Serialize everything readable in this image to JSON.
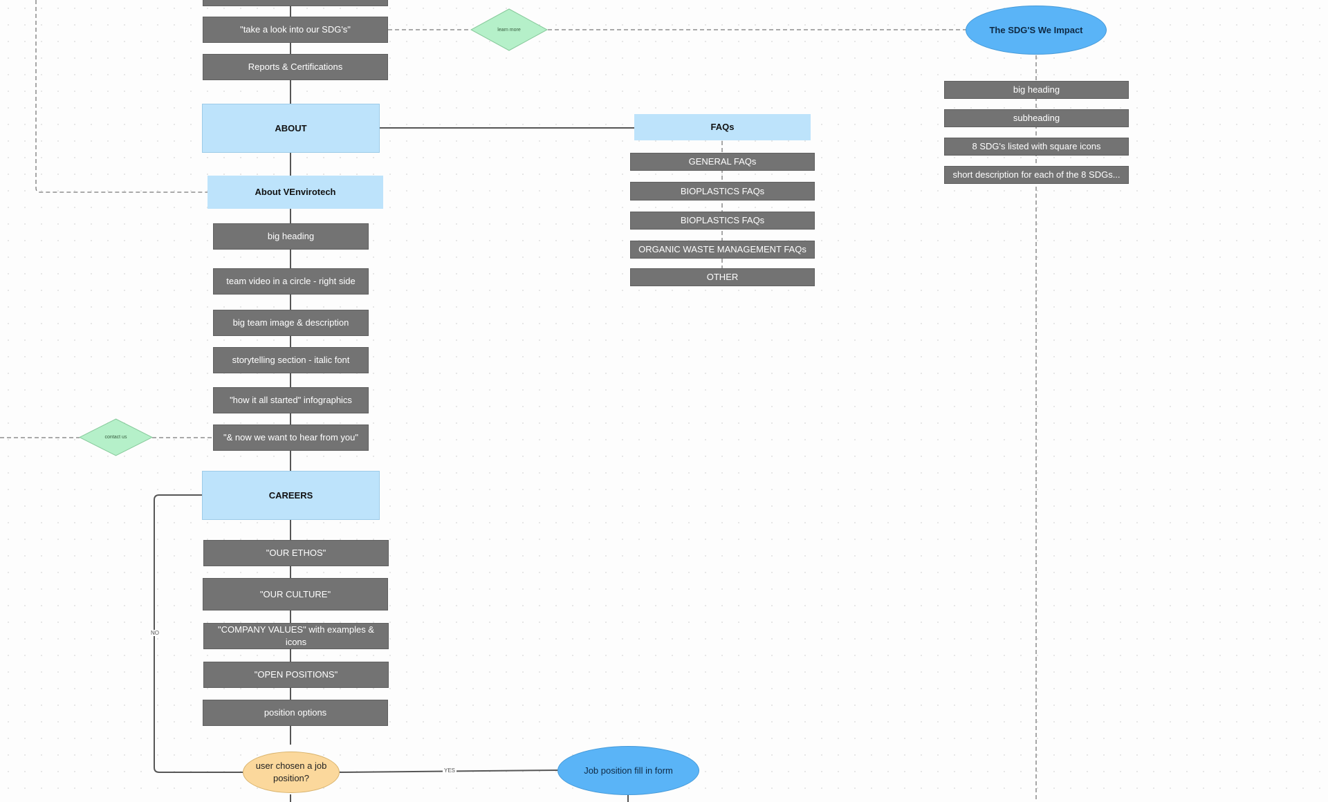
{
  "nodes": {
    "take_look_sdgs": "\"take a look into our SDG's\"",
    "reports_certifications": "Reports & Certifications",
    "about": "ABOUT",
    "about_venvirotech": "About VEnvirotech",
    "about_big_heading": "big heading",
    "team_video": "team video in a circle - right side",
    "big_team_image": "big team image & description",
    "storytelling": "storytelling section - italic font",
    "how_it_started": "\"how it all started\" infographics",
    "hear_from_you": "\"& now we want to hear from you\"",
    "careers": "CAREERS",
    "our_ethos": "\"OUR ETHOS\"",
    "our_culture": "\"OUR CULTURE\"",
    "company_values": "\"COMPANY VALUES\" with examples & icons",
    "open_positions": "\"OPEN POSITIONS\"",
    "position_options": "position options",
    "user_chosen_job": "user chosen a job position?",
    "job_position_form": "Job position fill in form",
    "faqs": "FAQs",
    "general_faqs": "GENERAL FAQs",
    "bioplastics_faqs_1": "BIOPLASTICS FAQs",
    "bioplastics_faqs_2": "BIOPLASTICS FAQs",
    "organic_waste_faqs": "ORGANIC WASTE MANAGEMENT FAQs",
    "other": "OTHER",
    "sdg_we_impact": "The SDG'S We Impact",
    "sdg_big_heading": "big heading",
    "sdg_subheading": "subheading",
    "sdg_listed": "8 SDG's listed with square icons",
    "sdg_short_description": "short description for each of the 8 SDGs..."
  },
  "decisions": {
    "learn_more": "learn more",
    "contact_us": "contact us"
  },
  "edge_labels": {
    "no": "NO",
    "yes": "YES"
  },
  "colors": {
    "content_box": "#737373",
    "section_box": "#bde3fb",
    "terminal_ellipse": "#5ab4f7",
    "decision_ellipse": "#fbd89c",
    "diamond": "#b5f0c9"
  }
}
